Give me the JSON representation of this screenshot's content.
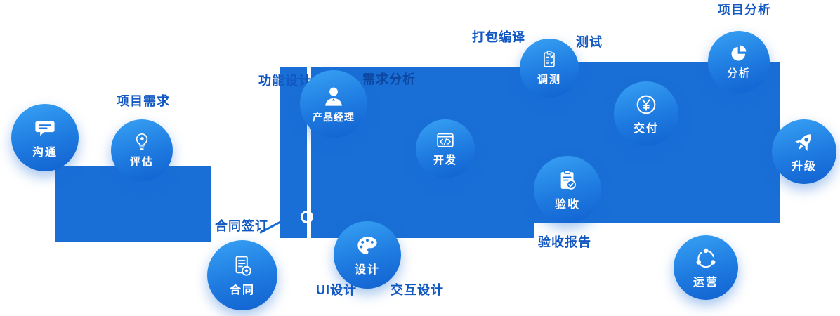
{
  "colors": {
    "ribbon_blue": "#1a6fd6",
    "circle_gradient_start": "#38a2f4",
    "circle_gradient_end": "#1261cf",
    "outside_label_text": "#1258c2",
    "circle_text": "#ffffff"
  },
  "nodes": {
    "communication": {
      "label": "沟通",
      "icon": "chat-icon"
    },
    "evaluation": {
      "label": "评估",
      "icon": "bulb-icon"
    },
    "contract": {
      "label": "合同",
      "icon": "contract-document-icon"
    },
    "product_manager": {
      "label": "产品经理",
      "icon": "person-icon"
    },
    "design": {
      "label": "设计",
      "icon": "palette-icon"
    },
    "development": {
      "label": "开发",
      "icon": "code-window-icon"
    },
    "debugging": {
      "label": "调测",
      "icon": "clipboard-checklist-icon"
    },
    "acceptance": {
      "label": "验收",
      "icon": "clipboard-check-icon"
    },
    "delivery": {
      "label": "交付",
      "icon": "yen-circle-icon"
    },
    "analysis": {
      "label": "分析",
      "icon": "pie-chart-icon"
    },
    "upgrade": {
      "label": "升级",
      "icon": "rocket-icon"
    },
    "operation": {
      "label": "运营",
      "icon": "network-icon"
    }
  },
  "labels": {
    "project_requirement": "项目需求",
    "contract_signing": "合同签订",
    "function_design": "功能设计",
    "requirement_analysis": "需求分析",
    "ui_design": "UI设计",
    "interaction_design": "交互设计",
    "package_compile": "打包编译",
    "testing": "测试",
    "acceptance_report": "验收报告",
    "project_analysis": "项目分析"
  }
}
